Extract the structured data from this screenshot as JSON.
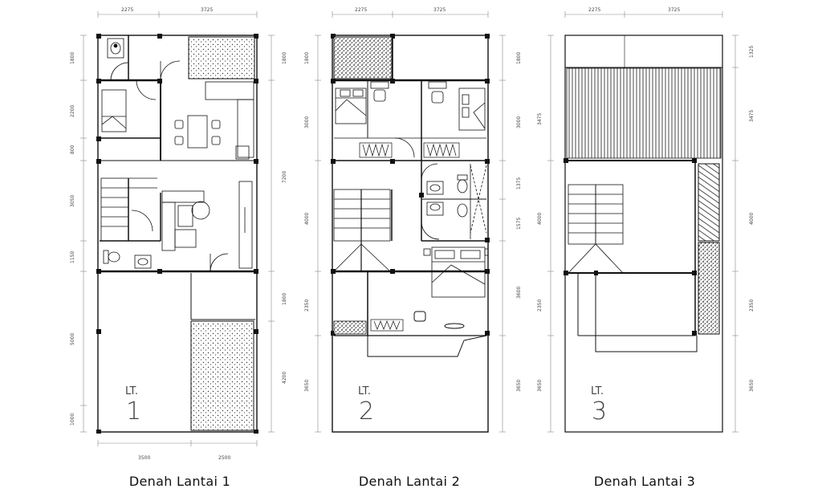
{
  "plans": [
    {
      "id": "lt1",
      "caption": "Denah Lantai 1",
      "level_label": "LT.",
      "level_number": "1",
      "top_dims": [
        "2275",
        "3725"
      ],
      "bottom_dims": [
        "3500",
        "2500"
      ],
      "left_dims": [
        "1800",
        "2200",
        "800",
        "3050",
        "1150",
        "5000",
        "1000"
      ],
      "right_dims": [
        "1800",
        "7200",
        "1800",
        "4200"
      ]
    },
    {
      "id": "lt2",
      "caption": "Denah Lantai 2",
      "level_label": "LT.",
      "level_number": "2",
      "top_dims": [
        "2275",
        "3725"
      ],
      "left_dims": [
        "1800",
        "3000",
        "4000",
        "2350",
        "3650"
      ],
      "right_dims": [
        "1800",
        "3000",
        "1375",
        "1575",
        "3600",
        "3650"
      ]
    },
    {
      "id": "lt3",
      "caption": "Denah Lantai 3",
      "level_label": "LT.",
      "level_number": "3",
      "top_dims": [
        "2275",
        "3725"
      ],
      "left_dims": [
        "3475",
        "4000",
        "2350",
        "3650"
      ],
      "right_dims": [
        "1325",
        "3475",
        "4000",
        "2350",
        "3650"
      ]
    }
  ]
}
